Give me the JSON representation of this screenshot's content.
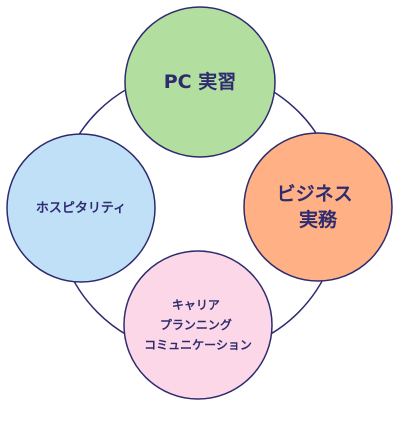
{
  "diagram": {
    "connector_ring": {
      "stroke": "#2e2b6e"
    },
    "nodes": [
      {
        "id": "pc",
        "lines": [
          "PC 実習"
        ],
        "fill": "#b2dfa0",
        "text_color": "#2e2b6e"
      },
      {
        "id": "business",
        "lines": [
          "ビジネス",
          "実務"
        ],
        "fill": "#ffb084",
        "text_color": "#2e2b6e"
      },
      {
        "id": "career",
        "lines": [
          "キャリア",
          "プランニング",
          "コミュニケーション"
        ],
        "fill": "#fbd7e8",
        "text_color": "#2e2b6e"
      },
      {
        "id": "hospitality",
        "lines": [
          "ホスピタリティ"
        ],
        "fill": "#bfe0f7",
        "text_color": "#2e2b6e"
      }
    ]
  }
}
